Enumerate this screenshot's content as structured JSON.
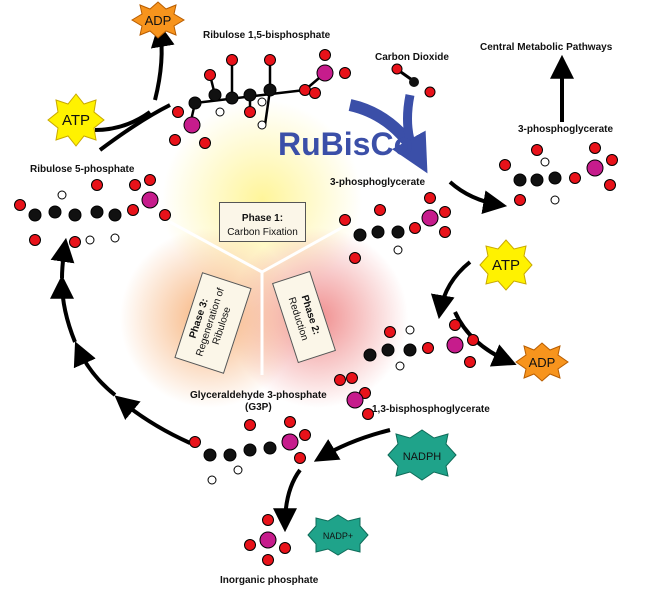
{
  "molecules": {
    "rubp": "Ribulose 1,5-bisphosphate",
    "co2": "Carbon Dioxide",
    "central": "Central Metabolic Pathways",
    "pga_right": "3-phosphoglycerate",
    "pga_center": "3-phosphoglycerate",
    "bpg": "1,3-bisphosphoglycerate",
    "g3p_line1": "Glyceraldehyde 3-phosphate",
    "g3p_line2": "(G3P)",
    "ru5p": "Ribulose 5-phosphate",
    "pi": "Inorganic phosphate"
  },
  "enzyme": "RuBisCo",
  "cofactors": {
    "atp_top": "ATP",
    "adp_top": "ADP",
    "atp_right": "ATP",
    "adp_right": "ADP",
    "nadph": "NADPH",
    "nadp": "NADP+"
  },
  "phases": {
    "p1_title": "Phase 1:",
    "p1_text": "Carbon Fixation",
    "p2_title": "Phase 2:",
    "p2_text": "Reduction",
    "p3_title": "Phase 3:",
    "p3_text_1": "Regeneration of",
    "p3_text_2": "Ribulose"
  },
  "colors": {
    "carbon": "#111111",
    "oxygen": "#e8121a",
    "phosphorus": "#c61c8c",
    "hydrogen": "#ffffff",
    "rubisco_arrow": "#3b4fa8",
    "atp_fill": "#fff200",
    "adp_fill": "#f7941d",
    "nadph_fill": "#1fa38a",
    "phase1_glow": "#fff59a",
    "phase2_glow": "#f4a0a0",
    "phase3_glow": "#f9c38b"
  }
}
